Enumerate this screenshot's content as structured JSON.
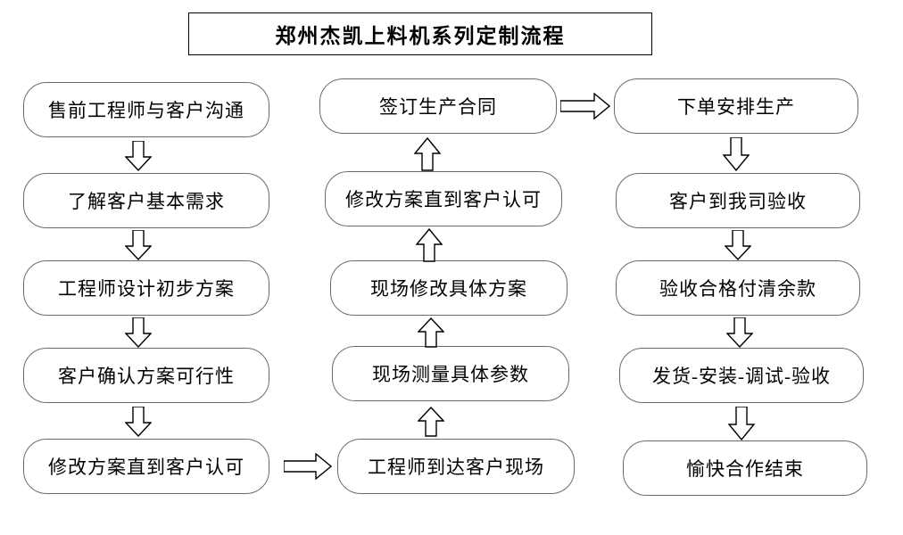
{
  "title": {
    "text": "郑州杰凯上料机系列定制流程"
  },
  "columns": [
    {
      "name": "column-left",
      "nodes": [
        {
          "label": "售前工程师与客户沟通"
        },
        {
          "label": "了解客户基本需求"
        },
        {
          "label": "工程师设计初步方案"
        },
        {
          "label": "客户确认方案可行性"
        },
        {
          "label": "修改方案直到客户认可"
        }
      ]
    },
    {
      "name": "column-middle",
      "nodes": [
        {
          "label": "签订生产合同"
        },
        {
          "label": "修改方案直到客户认可"
        },
        {
          "label": "现场修改具体方案"
        },
        {
          "label": "现场测量具体参数"
        },
        {
          "label": "工程师到达客户现场"
        }
      ]
    },
    {
      "name": "column-right",
      "nodes": [
        {
          "label": "下单安排生产"
        },
        {
          "label": "客户到我司验收"
        },
        {
          "label": "验收合格付清余款"
        },
        {
          "label": "发货-安装-调试-验收"
        },
        {
          "label": "愉快合作结束"
        }
      ]
    }
  ],
  "arrows": [
    {
      "name": "arrow-left-1",
      "direction": "down"
    },
    {
      "name": "arrow-left-2",
      "direction": "down"
    },
    {
      "name": "arrow-left-3",
      "direction": "down"
    },
    {
      "name": "arrow-left-4",
      "direction": "down"
    },
    {
      "name": "arrow-left-to-middle",
      "direction": "right"
    },
    {
      "name": "arrow-middle-1",
      "direction": "up"
    },
    {
      "name": "arrow-middle-2",
      "direction": "up"
    },
    {
      "name": "arrow-middle-3",
      "direction": "up"
    },
    {
      "name": "arrow-middle-4",
      "direction": "up"
    },
    {
      "name": "arrow-middle-to-right",
      "direction": "right"
    },
    {
      "name": "arrow-right-1",
      "direction": "down"
    },
    {
      "name": "arrow-right-2",
      "direction": "down"
    },
    {
      "name": "arrow-right-3",
      "direction": "down"
    },
    {
      "name": "arrow-right-4",
      "direction": "down"
    }
  ],
  "colors": {
    "node_border": "#6b6b6b",
    "title_border": "#000000",
    "arrow_stroke": "#000000",
    "background": "#ffffff",
    "text": "#000000"
  }
}
